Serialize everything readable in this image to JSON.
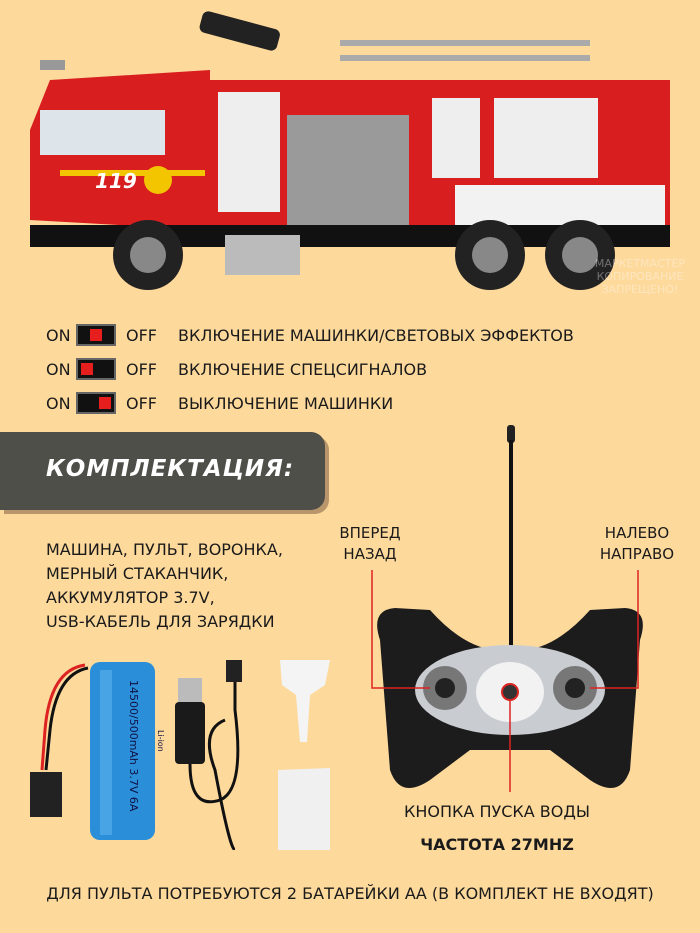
{
  "truck": {
    "number": "119"
  },
  "watermark": {
    "line1": "МАРКЕТМАСТЕР",
    "line2": "КОПИРОВАНИЕ",
    "line3": "ЗАПРЕЩЕНО!"
  },
  "switches": [
    {
      "on": "ON",
      "off": "OFF",
      "position": "middle",
      "label": "ВКЛЮЧЕНИЕ МАШИНКИ/СВЕТОВЫХ ЭФФЕКТОВ"
    },
    {
      "on": "ON",
      "off": "OFF",
      "position": "left",
      "label": "ВКЛЮЧЕНИЕ СПЕЦСИГНАЛОВ"
    },
    {
      "on": "ON",
      "off": "OFF",
      "position": "right",
      "label": "ВЫКЛЮЧЕНИЕ МАШИНКИ"
    }
  ],
  "section": {
    "title": "КОМПЛЕКТАЦИЯ:"
  },
  "contents": [
    "МАШИНА, ПУЛЬТ, ВОРОНКА,",
    "МЕРНЫЙ СТАКАНЧИК,",
    "АККУМУЛЯТОР 3.7V,",
    "USB-КАБЕЛЬ ДЛЯ ЗАРЯДКИ"
  ],
  "battery": {
    "label": "14500/500mAh 3.7V 6A",
    "type": "Li-ion"
  },
  "remote": {
    "left_label_1": "ВПЕРЕД",
    "left_label_2": "НАЗАД",
    "right_label_1": "НАЛЕВО",
    "right_label_2": "НАПРАВО",
    "center_label": "КНОПКА ПУСКА ВОДЫ",
    "frequency": "ЧАСТОТА 27MHZ"
  },
  "footer": "ДЛЯ ПУЛЬТА ПОТРЕБУЮТСЯ 2 БАТАРЕЙКИ АА (В КОМПЛЕКТ НЕ ВХОДЯТ)",
  "colors": {
    "background": "#fdd99c",
    "banner": "#4f4f4a",
    "accent": "#e61e1e"
  }
}
